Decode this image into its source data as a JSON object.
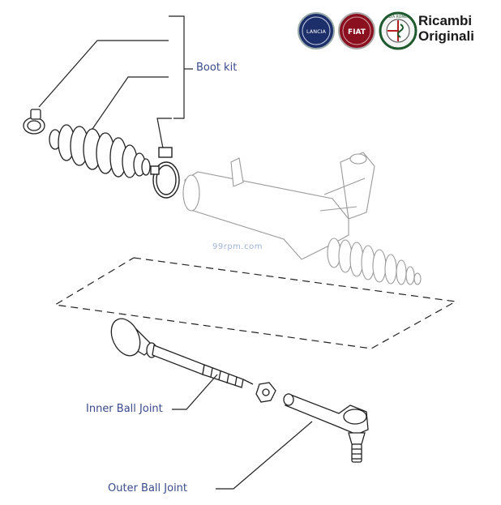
{
  "brand": {
    "badges": [
      "LANCIA",
      "FIAT",
      "ALFA ROMEO"
    ],
    "line1": "Ricambi",
    "line2": "Originali"
  },
  "callouts": {
    "boot_kit": "Boot kit",
    "inner_ball_joint": "Inner Ball Joint",
    "outer_ball_joint": "Outer Ball Joint"
  },
  "watermark": "99rpm.com",
  "colors": {
    "line": "#222222",
    "faded": "#9a9a9a",
    "label": "#3a4a8c",
    "lancia": "#1d2f6b",
    "fiat": "#8a1020",
    "alfa": "#1e5a2e"
  }
}
